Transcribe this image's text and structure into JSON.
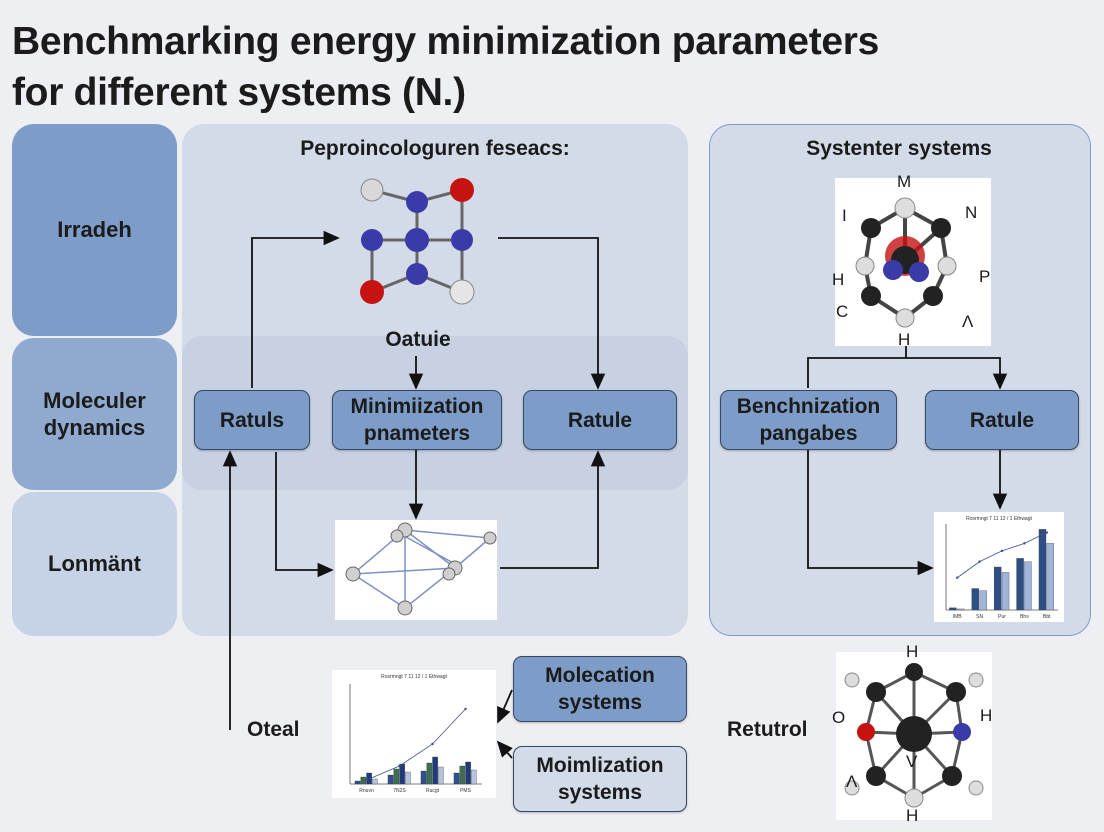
{
  "title": {
    "line1": "Benchmarking energy minimization parameters",
    "line2": "for different systems (N.)"
  },
  "rows": [
    "Irradeh",
    "Moleculer\ndynamics",
    "Lonmänt"
  ],
  "left_panel": {
    "title": "Peproincologuren feseacs:",
    "subtitle": "Oatuie",
    "box_left": "Ratuls",
    "box_center": "Minimiization\npnameters",
    "box_right": "Ratule"
  },
  "right_panel": {
    "title": "Systenter systems",
    "box_left": "Benchnization\npangabes",
    "box_right": "Ratule",
    "molecule_labels": [
      "M",
      "N",
      "I",
      "H",
      "P",
      "C",
      "Λ",
      "H"
    ]
  },
  "bottom": {
    "left_label": "Oteal",
    "box_top": "Molecation\nsystems",
    "box_bottom": "Moimlization\nsystems",
    "right_label": "Retutrol",
    "molecule_labels": [
      "H",
      "O",
      "H",
      "Λ",
      "V",
      "H"
    ]
  },
  "chart_data": [
    {
      "type": "bar",
      "title": "Rosrmngt 7 11 12 / 1 Ethwagt",
      "categories": [
        "Rnuvn",
        "7N2S",
        "Rucgt",
        "PMS"
      ],
      "series": [
        {
          "values": [
            3,
            9,
            13,
            11
          ],
          "color": "#2f4f8f"
        },
        {
          "values": [
            7,
            15,
            21,
            18
          ],
          "color": "#3f6d52"
        },
        {
          "values": [
            11,
            20,
            27,
            22
          ],
          "color": "#1f3b7a"
        },
        {
          "values": [
            5,
            12,
            17,
            14
          ],
          "color": "#b7c3dc"
        }
      ],
      "trend": [
        4,
        18,
        40,
        75
      ],
      "ylim": [
        0,
        100
      ],
      "color_meta": {
        "grid": "#d9d9d9"
      }
    },
    {
      "type": "bar",
      "title": "Rosrmngt 7 11 12 / 1 Ethwagt",
      "categories": [
        "IMB",
        "SN",
        "Pur",
        "Bhs",
        "Bbt"
      ],
      "series": [
        {
          "values": [
            2,
            20,
            40,
            48,
            75
          ],
          "color": "#2e4f86"
        },
        {
          "values": [
            1,
            18,
            35,
            45,
            62
          ],
          "color": "#9fb4d8"
        }
      ],
      "trend": [
        30,
        45,
        55,
        62,
        72
      ],
      "ylim": [
        0,
        80
      ]
    }
  ],
  "colors": {
    "box": "#7e9cc8",
    "band_top": "#7e9cc8",
    "band_mid": "#8fa9cf",
    "band_bot": "#c6d3e6",
    "panel": "#d3dbe8",
    "accent_red": "#c71212",
    "accent_blue": "#3a3aa8"
  }
}
